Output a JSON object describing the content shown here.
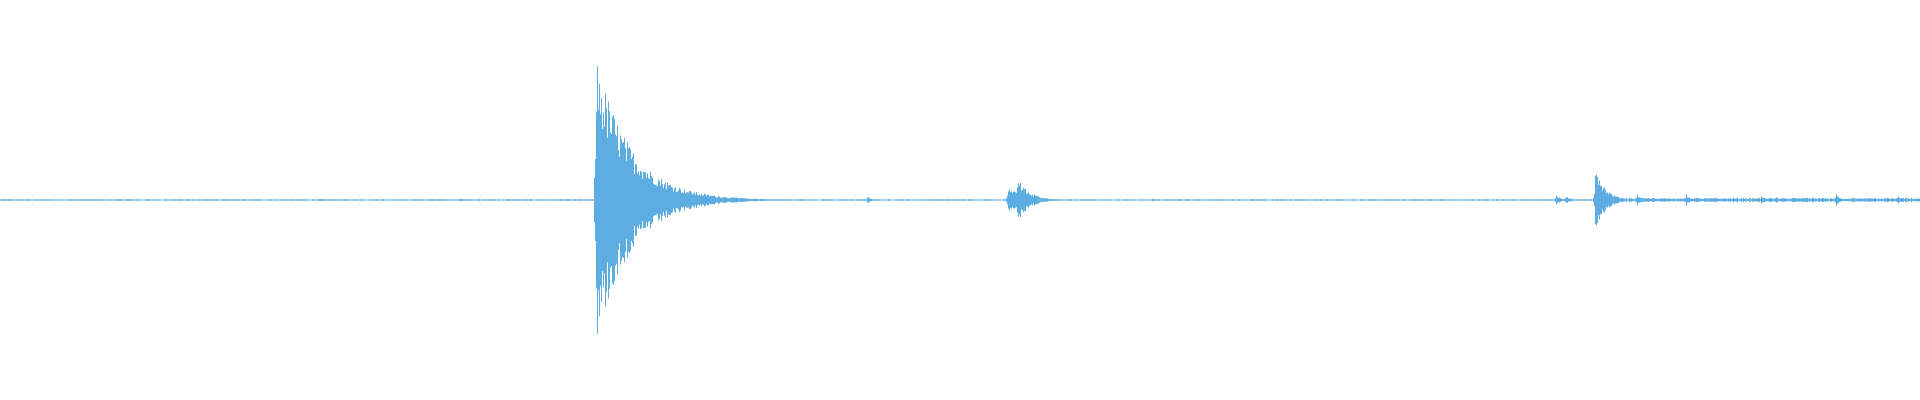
{
  "waveform": {
    "color": "#5dade2",
    "background": "#ffffff",
    "events": [
      {
        "t": 0.2395,
        "amp": 0.012
      },
      {
        "t": 0.3102,
        "amp": 1.0,
        "decay": 0.018
      },
      {
        "t": 0.4515,
        "amp": 0.025
      },
      {
        "t": 0.5248,
        "amp": 0.11,
        "decay": 0.006
      },
      {
        "t": 0.5296,
        "amp": 0.16,
        "decay": 0.006
      },
      {
        "t": 0.5995,
        "amp": 0.01
      },
      {
        "t": 0.8103,
        "amp": 0.045
      },
      {
        "t": 0.8152,
        "amp": 0.04
      },
      {
        "t": 0.8307,
        "amp": 0.25,
        "decay": 0.005
      },
      {
        "t": 0.8521,
        "amp": 0.05
      },
      {
        "t": 0.8781,
        "amp": 0.045
      },
      {
        "t": 0.917,
        "amp": 0.03
      },
      {
        "t": 0.9248,
        "amp": 0.025
      },
      {
        "t": 0.956,
        "amp": 0.045
      },
      {
        "t": 0.9883,
        "amp": 0.03
      }
    ],
    "noise_floor": 0.006,
    "noise_raised_from": 0.83,
    "noise_raised_level": 0.014
  }
}
